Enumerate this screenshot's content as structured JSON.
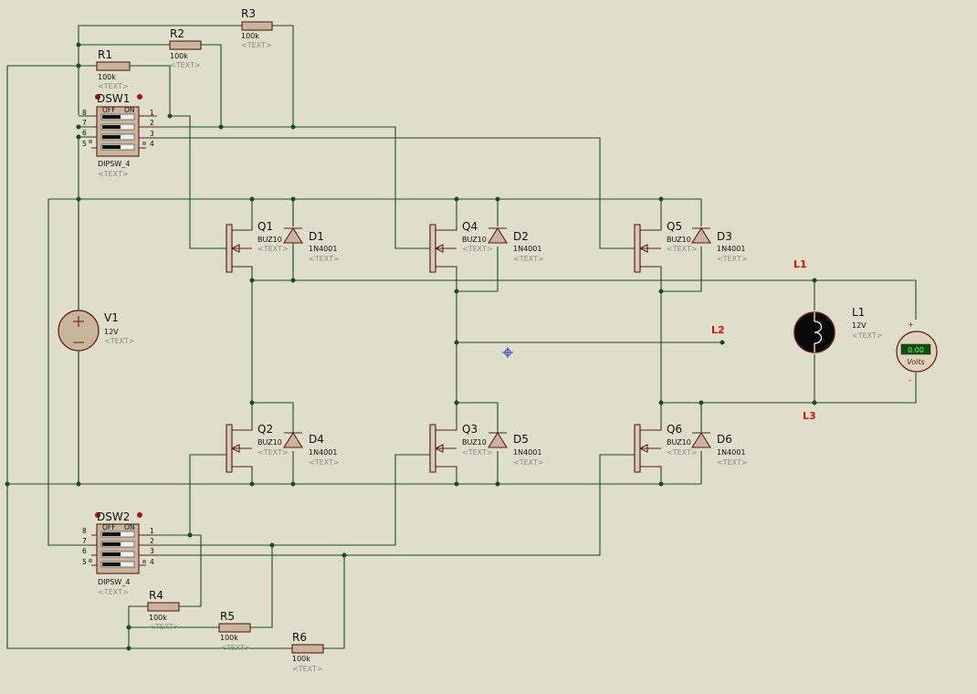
{
  "components": {
    "R1": {
      "ref": "R1",
      "value": "100k",
      "text": "<TEXT>"
    },
    "R2": {
      "ref": "R2",
      "value": "100k",
      "text": "<TEXT>"
    },
    "R3": {
      "ref": "R3",
      "value": "100k",
      "text": "<TEXT>"
    },
    "R4": {
      "ref": "R4",
      "value": "100k",
      "text": "<TEXT>"
    },
    "R5": {
      "ref": "R5",
      "value": "100k",
      "text": "<TEXT>"
    },
    "R6": {
      "ref": "R6",
      "value": "100k",
      "text": "<TEXT>"
    },
    "DSW1": {
      "ref": "DSW1",
      "value": "DIPSW_4",
      "text": "<TEXT>",
      "off": "OFF",
      "on": "ON",
      "left_pins": [
        "8",
        "7",
        "6",
        "5"
      ],
      "right_pins": [
        "1",
        "2",
        "3",
        "4"
      ]
    },
    "DSW2": {
      "ref": "DSW2",
      "value": "DIPSW_4",
      "text": "<TEXT>",
      "off": "OFF",
      "on": "ON",
      "left_pins": [
        "8",
        "7",
        "6",
        "5"
      ],
      "right_pins": [
        "1",
        "2",
        "3",
        "4"
      ]
    },
    "Q1": {
      "ref": "Q1",
      "value": "BUZ10",
      "text": "<TEXT>"
    },
    "Q2": {
      "ref": "Q2",
      "value": "BUZ10",
      "text": "<TEXT>"
    },
    "Q3": {
      "ref": "Q3",
      "value": "BUZ10",
      "text": "<TEXT>"
    },
    "Q4": {
      "ref": "Q4",
      "value": "BUZ10",
      "text": "<TEXT>"
    },
    "Q5": {
      "ref": "Q5",
      "value": "BUZ10",
      "text": "<TEXT>"
    },
    "Q6": {
      "ref": "Q6",
      "value": "BUZ10",
      "text": "<TEXT>"
    },
    "D1": {
      "ref": "D1",
      "value": "1N4001",
      "text": "<TEXT>"
    },
    "D2": {
      "ref": "D2",
      "value": "1N4001",
      "text": "<TEXT>"
    },
    "D3": {
      "ref": "D3",
      "value": "1N4001",
      "text": "<TEXT>"
    },
    "D4": {
      "ref": "D4",
      "value": "1N4001",
      "text": "<TEXT>"
    },
    "D5": {
      "ref": "D5",
      "value": "1N4001",
      "text": "<TEXT>"
    },
    "D6": {
      "ref": "D6",
      "value": "1N4001",
      "text": "<TEXT>"
    },
    "V1": {
      "ref": "V1",
      "value": "12V",
      "text": "<TEXT>"
    },
    "L1": {
      "ref": "L1",
      "value": "12V",
      "text": "<TEXT>"
    }
  },
  "voltmeter": {
    "reading": "0.00",
    "unit": "Volts",
    "plus": "+",
    "minus": "-"
  },
  "net_labels": {
    "L1": "L1",
    "L2": "L2",
    "L3": "L3"
  },
  "colors": {
    "background": "#dedecb",
    "wire": "#1c4d1c",
    "component": "#5e1c1c",
    "body": "#c8b59b",
    "net_label": "#e01010",
    "meter_display": "#0b4d0b"
  }
}
